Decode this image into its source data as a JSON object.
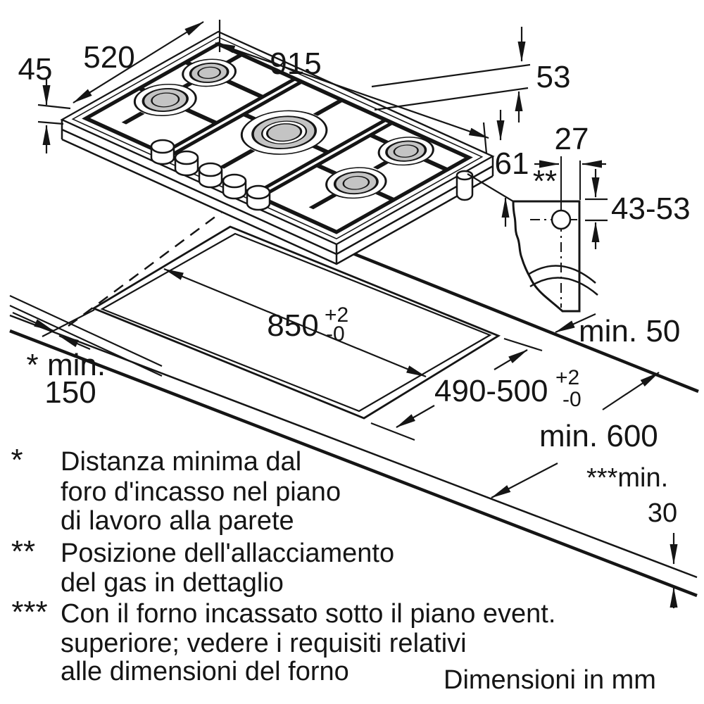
{
  "colors": {
    "line": "#151515",
    "burner": "#c4c4c4",
    "background": "#ffffff"
  },
  "dims": {
    "height": "45",
    "depth": "520",
    "width": "915",
    "d53": "53",
    "d61": "61",
    "d27": "27",
    "d43_53": "43-53",
    "gas_marker": "**"
  },
  "cutout": {
    "width": "850",
    "width_tol_plus": "+2",
    "width_tol_minus": "-0",
    "depth": "490-500",
    "depth_tol_plus": "+2",
    "depth_tol_minus": "-0",
    "back_clearance": "min. 50",
    "front_depth": "min. 600",
    "side_marker": "*",
    "side_label": "min.",
    "side_value": "150",
    "oven_label": "***min.",
    "oven_value": "30"
  },
  "notes": [
    {
      "marker": "*",
      "lines": [
        "Distanza minima dal",
        "foro d'incasso nel piano",
        "di lavoro alla parete"
      ]
    },
    {
      "marker": "**",
      "lines": [
        "Posizione dell'allacciamento",
        "del gas in dettaglio"
      ]
    },
    {
      "marker": "***",
      "lines": [
        "Con il forno incassato sotto il piano event.",
        "superiore; vedere i requisiti relativi",
        "alle dimensioni del forno"
      ]
    }
  ],
  "footer": {
    "unit_note": "Dimensioni in mm"
  }
}
